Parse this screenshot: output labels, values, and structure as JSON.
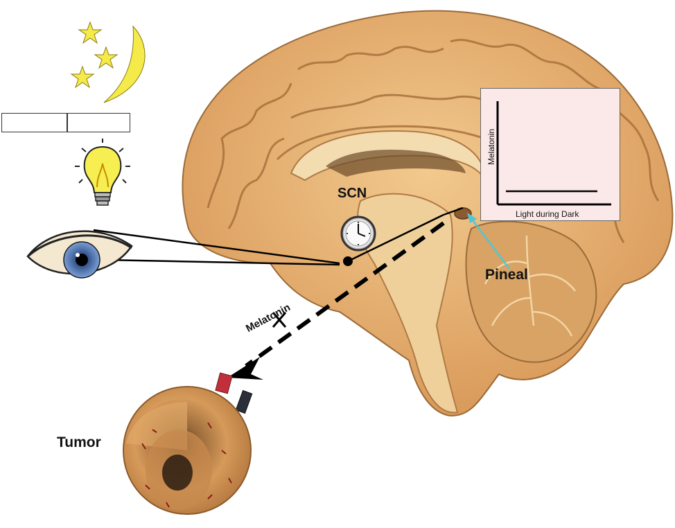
{
  "labels": {
    "scn": "SCN",
    "pineal": "Pineal",
    "tumor": "Tumor",
    "melatonin_pathway": "Melatonin"
  },
  "inset_graph": {
    "ylabel": "Melatonin",
    "xlabel": "Light during Dark"
  },
  "icons": [
    "moon-icon",
    "star-icon",
    "light-switch-icon",
    "light-bulb-icon",
    "eye-icon",
    "clock-icon",
    "brain-image",
    "tumor-image",
    "arrow-icon",
    "block-x-icon"
  ],
  "colors": {
    "brain": "#e8b77a",
    "brain_dark": "#b07a44",
    "inset_bg": "#fbe9ea",
    "moon_star": "#f4ea4a",
    "eye_iris": "#4d78b8",
    "pineal_arrow": "#4fc7d6",
    "tumor": "#c98a4a"
  }
}
